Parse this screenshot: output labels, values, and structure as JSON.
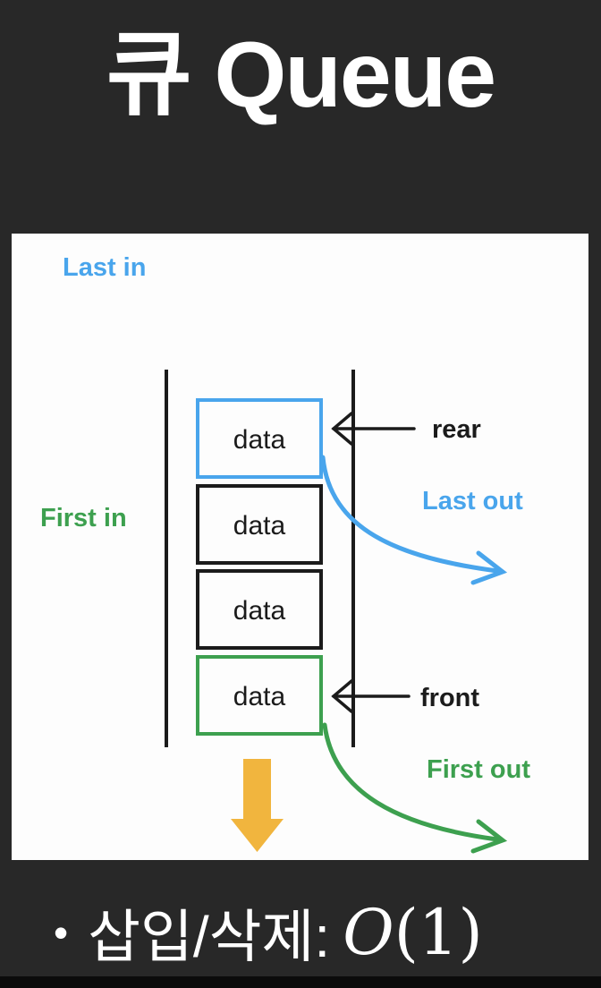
{
  "title": {
    "korean": "큐",
    "english": "Queue"
  },
  "panel": {
    "labels": {
      "last_in": "Last in",
      "first_in": "First in",
      "rear": "rear",
      "last_out": "Last out",
      "front": "front",
      "first_out": "First out"
    },
    "boxes": [
      {
        "label": "data",
        "border_color": "#49a5ec"
      },
      {
        "label": "data",
        "border_color": "#1b1b1b"
      },
      {
        "label": "data",
        "border_color": "#1b1b1b"
      },
      {
        "label": "data",
        "border_color": "#3da04f"
      }
    ]
  },
  "footer": {
    "bullet": "•",
    "label": "삽입/삭제:",
    "complexity_o": "O",
    "complexity_args": "(1)"
  },
  "colors": {
    "background": "#282828",
    "panel": "#fdfdfd",
    "blue": "#49a5ec",
    "green": "#3da04f",
    "yellow": "#f1b53e",
    "ink": "#1b1b1b",
    "text": "#ffffff"
  }
}
